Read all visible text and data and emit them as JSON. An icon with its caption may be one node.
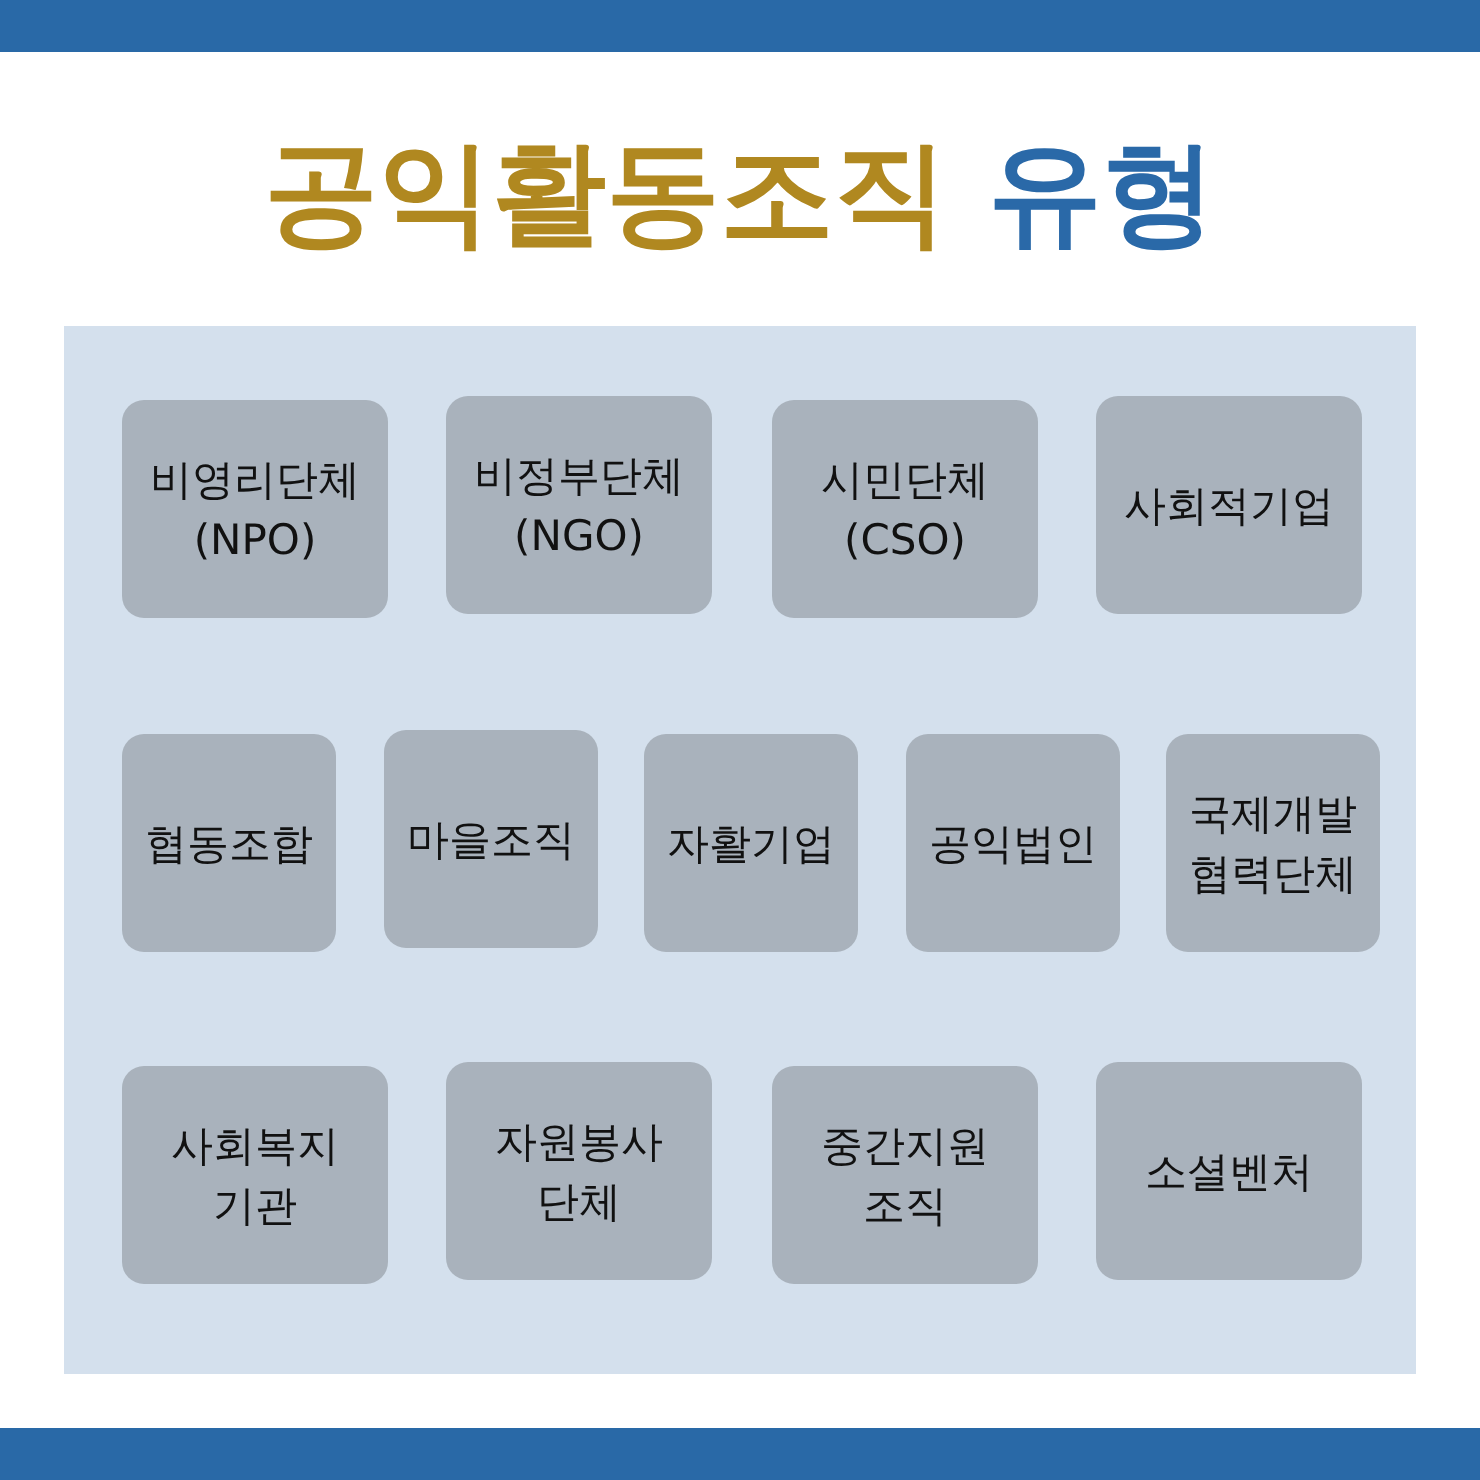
{
  "diagram": {
    "title": "공익활동조직 유형",
    "nodes": [
      {
        "text": [],
        "shape": "box"
      },
      {
        "text": [
          "비영리단체 (NPO)"
        ],
        "in": 0
      },
      {
        "text": [
          "비정부단체 (NGO)"
        ],
        "in": 0
      },
      {
        "text": [
          "시민단체 (CSO)"
        ],
        "in": 0
      },
      {
        "text": [
          "사회적기업"
        ],
        "in": 0
      },
      {
        "text": [
          "협동조합"
        ],
        "in": 0
      },
      {
        "text": [
          "마을조직"
        ],
        "in": 0
      },
      {
        "text": [
          "자활기업"
        ],
        "in": 0
      },
      {
        "text": [
          "공익법인"
        ],
        "in": 0
      },
      {
        "text": [
          "국제개발 협력단체"
        ],
        "in": 0
      },
      {
        "text": [
          "사회복지 기관"
        ],
        "in": 0
      },
      {
        "text": [
          "자원봉사 단체"
        ],
        "in": 0
      },
      {
        "text": [
          "중간지원 조직"
        ],
        "in": 0
      },
      {
        "text": [
          "소셜벤처"
        ],
        "in": 0
      }
    ]
  }
}
